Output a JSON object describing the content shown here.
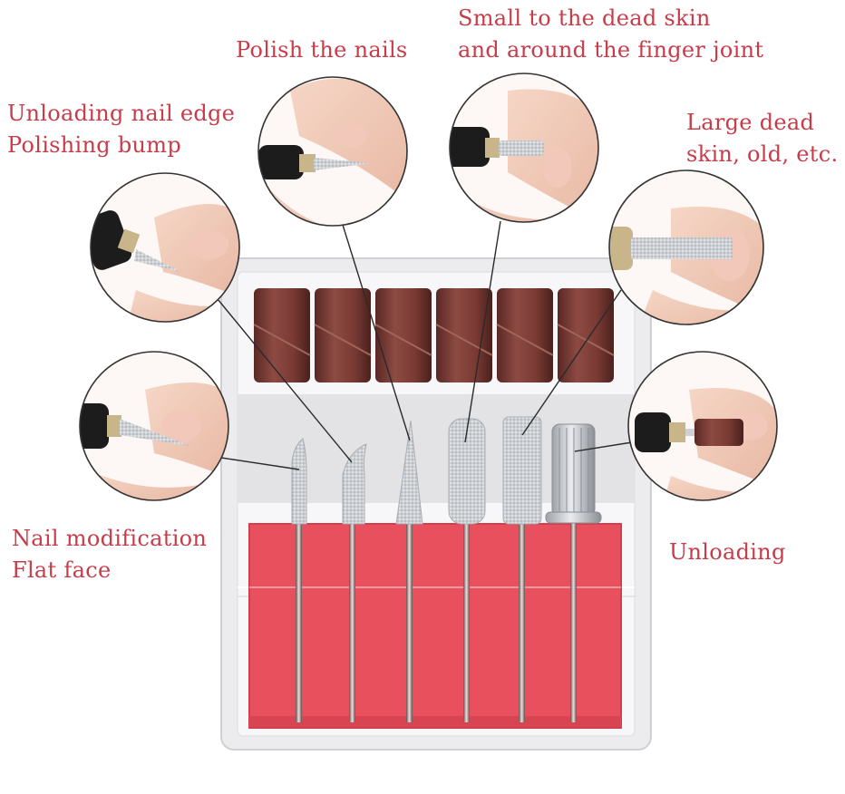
{
  "labels": {
    "polish": [
      "Polish the nails"
    ],
    "small_dead_skin": [
      "Small to the dead skin",
      "and around the finger joint"
    ],
    "unloading_edge": [
      "Unloading nail edge",
      "Polishing bump"
    ],
    "large_dead_skin": [
      "Large dead",
      "skin, old, etc."
    ],
    "nail_modification": [
      "Nail modification",
      "Flat face"
    ],
    "unloading": [
      "Unloading"
    ]
  },
  "colors": {
    "label_text": "#c83c4a",
    "sanding_band": "#7a3a34",
    "foam": "#e8505e",
    "case": "#f2f2f4",
    "pointer_line": "#2a2a2a"
  },
  "item_counts": {
    "sanding_bands": 6,
    "drill_bits": 6
  }
}
